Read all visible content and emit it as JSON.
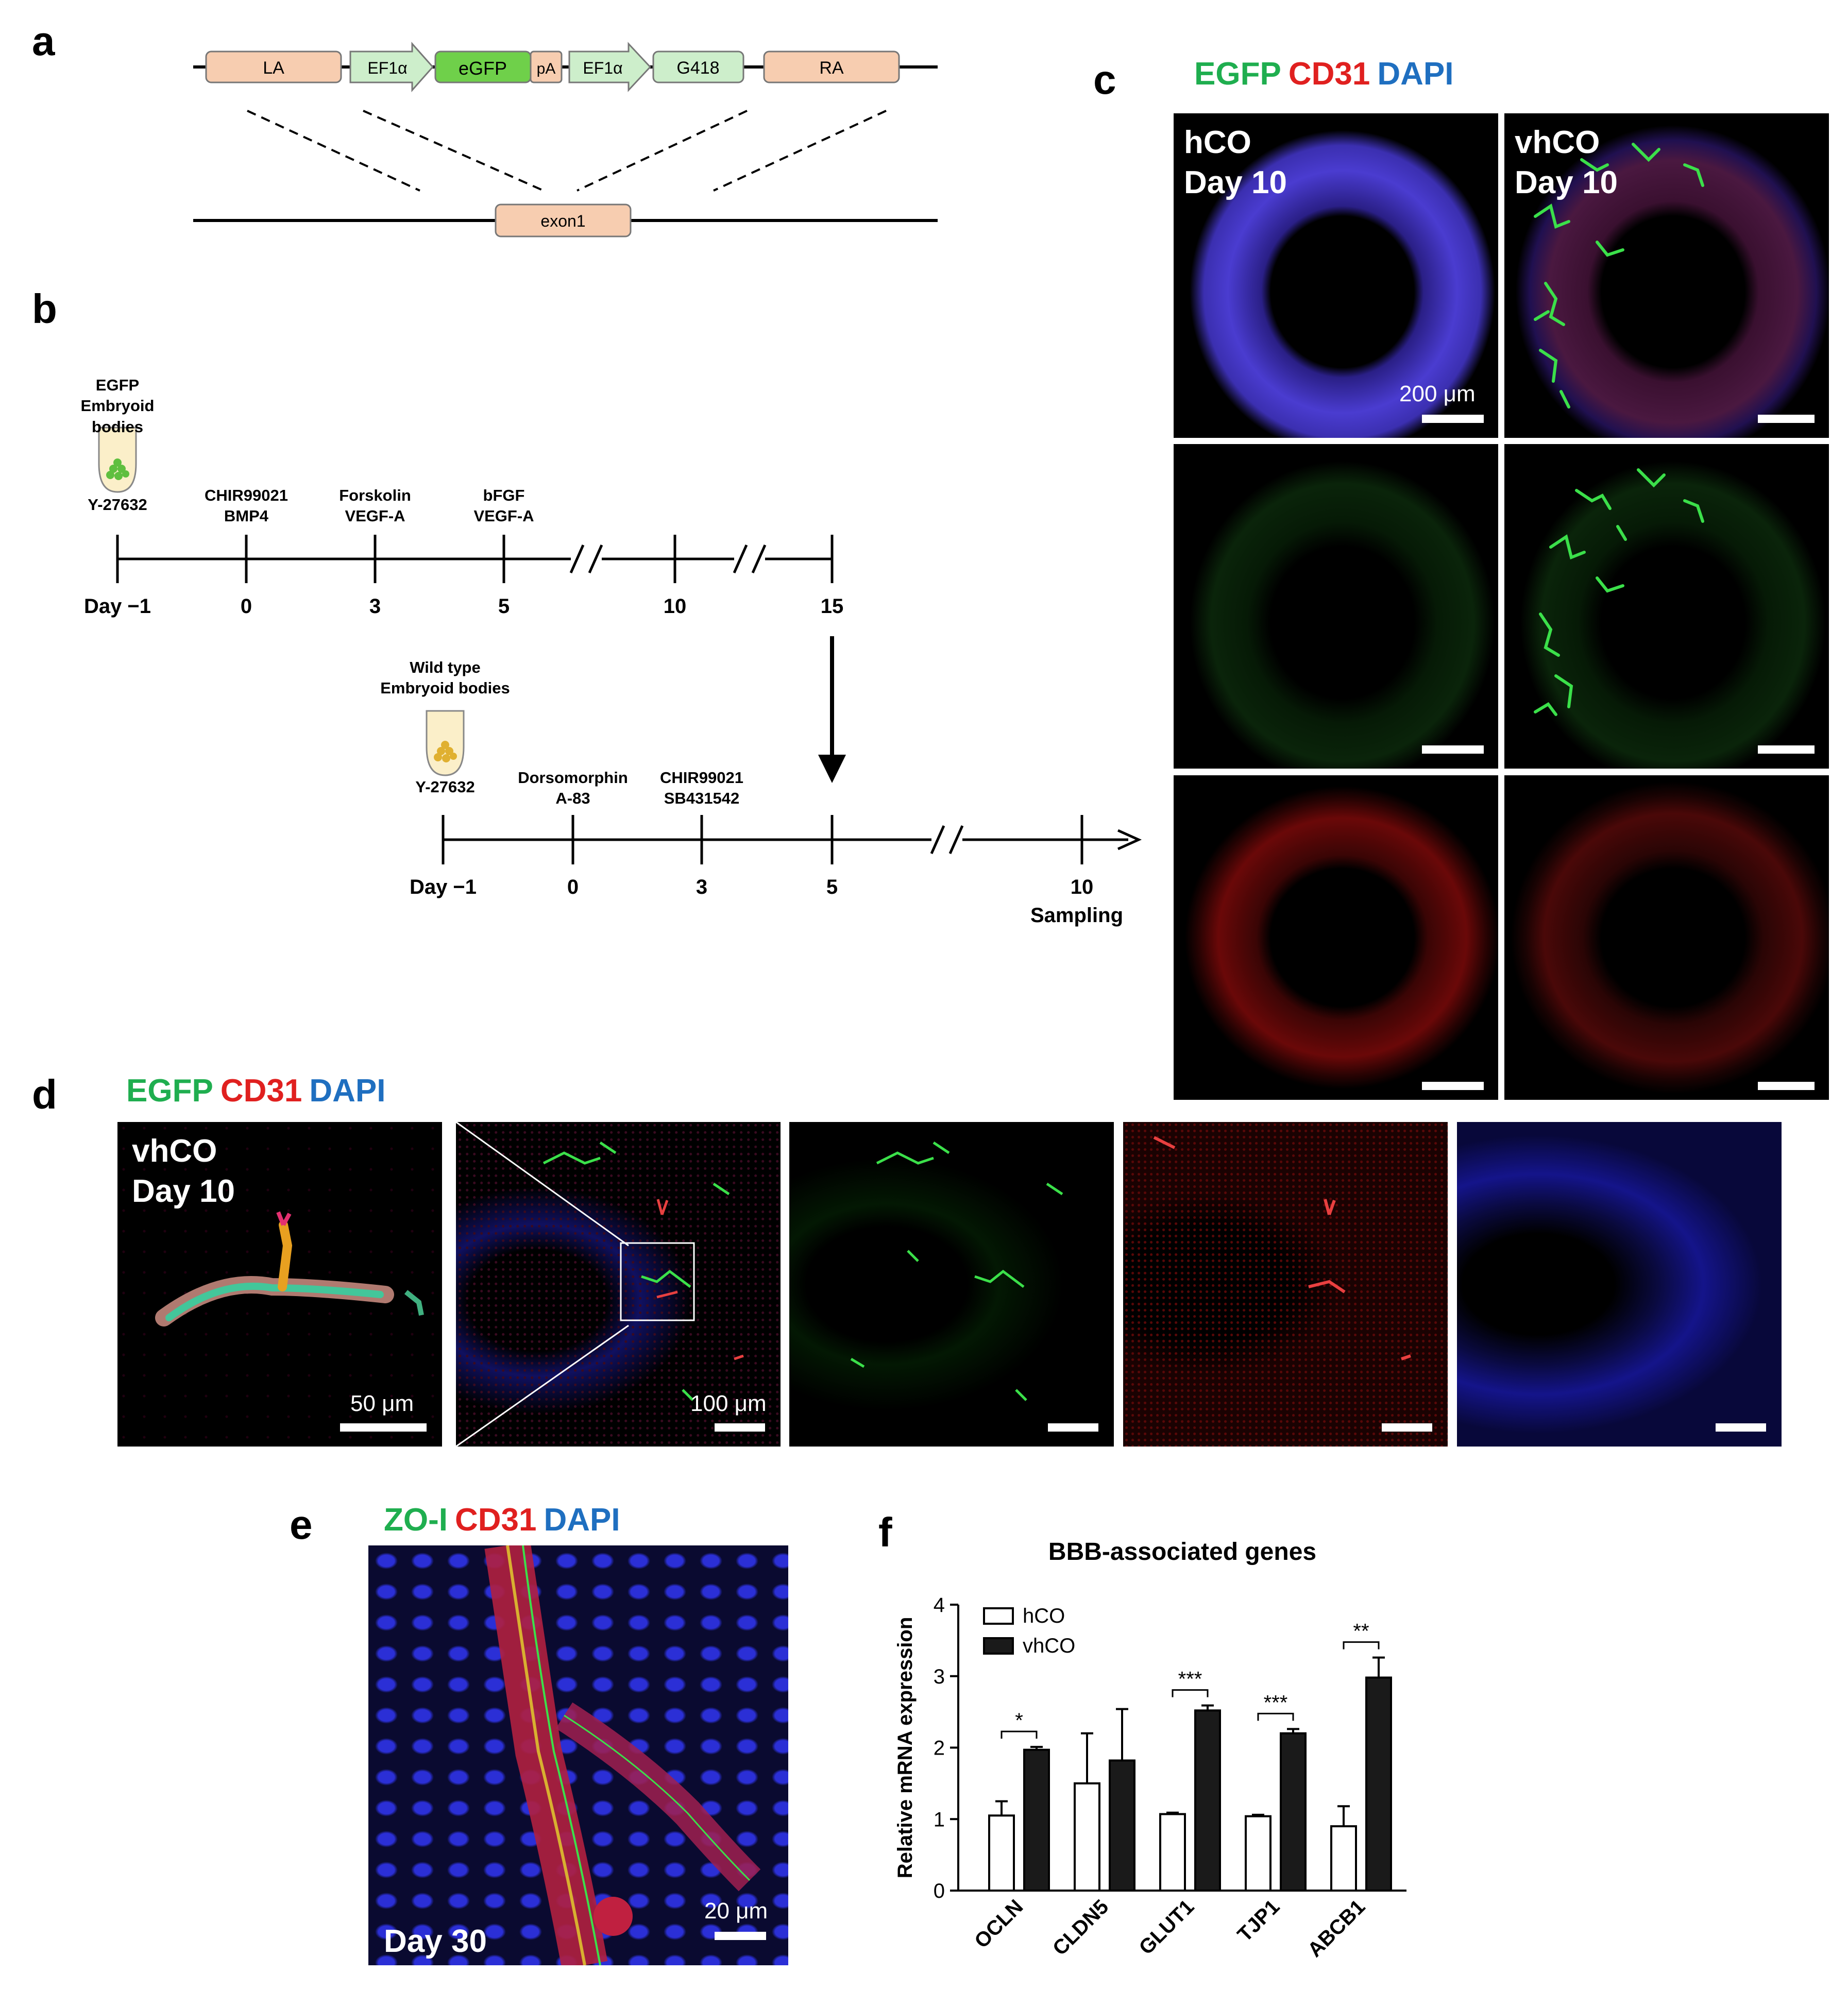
{
  "panels": {
    "a": "a",
    "b": "b",
    "c": "c",
    "d": "d",
    "e": "e",
    "f": "f"
  },
  "construct": {
    "la": "LA",
    "ef1a_1": "EF1α",
    "egfp": "eGFP",
    "pa": "pA",
    "ef1a_2": "EF1α",
    "g418": "G418",
    "ra": "RA",
    "exon": "exon1"
  },
  "timeline1": {
    "eb_title": "EGFP\nEmbryoid bodies",
    "y27632": "Y-27632",
    "step0": "CHIR99021\nBMP4",
    "step3": "Forskolin\nVEGF-A",
    "step5": "bFGF\nVEGF-A",
    "days": [
      "Day −1",
      "0",
      "3",
      "5",
      "10",
      "15"
    ]
  },
  "timeline2": {
    "eb_title": "Wild type\nEmbryoid bodies",
    "y27632": "Y-27632",
    "step0": "Dorsomorphin\nA-83",
    "step3": "CHIR99021\nSB431542",
    "days": [
      "Day −1",
      "0",
      "3",
      "5",
      "10"
    ],
    "sampling": "Sampling"
  },
  "stains_cd": {
    "egfp": "EGFP",
    "cd31": "CD31",
    "dapi": "DAPI"
  },
  "stains_e": {
    "zo1": "ZO-I",
    "cd31": "CD31",
    "dapi": "DAPI"
  },
  "panel_c": {
    "hco": "hCO\nDay 10",
    "vhco": "vhCO\nDay 10",
    "scale": "200 μm"
  },
  "panel_d": {
    "label": "vhCO\nDay 10",
    "scale1": "50 μm",
    "scale2": "100 μm"
  },
  "panel_e": {
    "label": "Day 30",
    "scale": "20 μm"
  },
  "colors": {
    "egfp": "#1fae4f",
    "cd31": "#e0201f",
    "dapi": "#1f6fc0",
    "construct_pink": "#f7cdb0",
    "construct_lightgreen": "#cdeecb",
    "construct_green": "#6fd04a"
  },
  "chart_data": {
    "type": "bar",
    "title": "BBB-associated genes",
    "ylabel": "Relative mRNA expression",
    "xlabel": "",
    "ylim": [
      0,
      4
    ],
    "yticks": [
      "0",
      "1",
      "2",
      "3",
      "4"
    ],
    "categories": [
      "OCLN",
      "CLDN5",
      "GLUT1",
      "TJP1",
      "ABCB1"
    ],
    "series": [
      {
        "name": "hCO",
        "fill": "#ffffff",
        "values": [
          1.05,
          1.5,
          1.07,
          1.04,
          0.9
        ],
        "errors": [
          0.2,
          0.7,
          0.02,
          0.02,
          0.28
        ]
      },
      {
        "name": "vhCO",
        "fill": "#1a1a1a",
        "values": [
          1.97,
          1.82,
          2.52,
          2.2,
          2.98
        ],
        "errors": [
          0.04,
          0.72,
          0.07,
          0.06,
          0.28
        ]
      }
    ],
    "significance": [
      "*",
      "",
      "***",
      "***",
      "**"
    ],
    "legend": "top-left"
  }
}
